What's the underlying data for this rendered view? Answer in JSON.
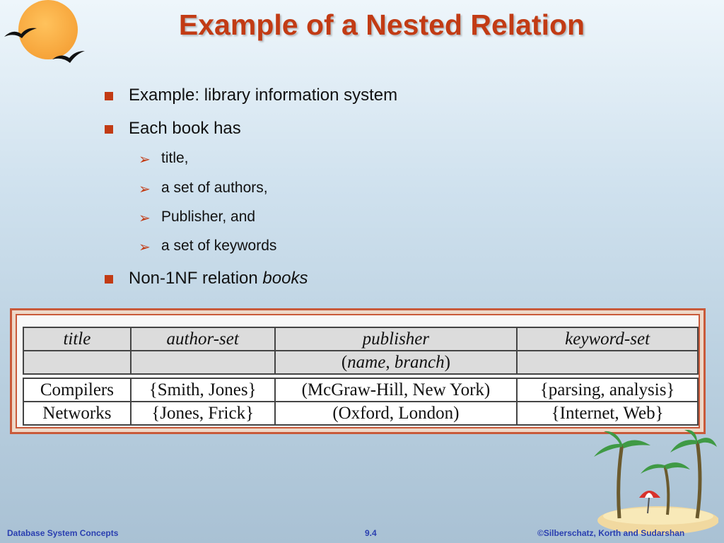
{
  "slide": {
    "title": "Example of a Nested Relation"
  },
  "bullets": [
    {
      "text": "Example:  library information system"
    },
    {
      "text": "Each book has"
    },
    {
      "text": "Non-1NF relation ",
      "em": "books"
    }
  ],
  "sub_bullets": [
    {
      "text": "title,"
    },
    {
      "text": "a set of authors,"
    },
    {
      "text": "Publisher, and"
    },
    {
      "text": "a set of keywords"
    }
  ],
  "table": {
    "headers": [
      "title",
      "author-set",
      "publisher",
      "keyword-set"
    ],
    "subheader": {
      "open": "(",
      "name": "name",
      "sep": ", ",
      "branch": "branch",
      "close": ")"
    },
    "rows": [
      [
        "Compilers",
        "{Smith, Jones}",
        "(McGraw-Hill, New York)",
        "{parsing, analysis}"
      ],
      [
        "Networks",
        "{Jones, Frick}",
        "(Oxford, London)",
        "{Internet, Web}"
      ]
    ]
  },
  "footer": {
    "left": "Database System Concepts",
    "center": "9.4",
    "right": "©Silberschatz, Korth and Sudarshan"
  },
  "colors": {
    "title": "#c23b14",
    "bullet_marker": "#c23b14",
    "footer_text": "#2a3fb0",
    "frame_border": "#c95a3a"
  },
  "icons": {
    "bullet_level1": "square-bullet-icon",
    "bullet_level2": "arrowhead-bullet-icon",
    "decoration_top": "sun-with-birds-icon",
    "decoration_bottom": "palm-island-icon"
  }
}
